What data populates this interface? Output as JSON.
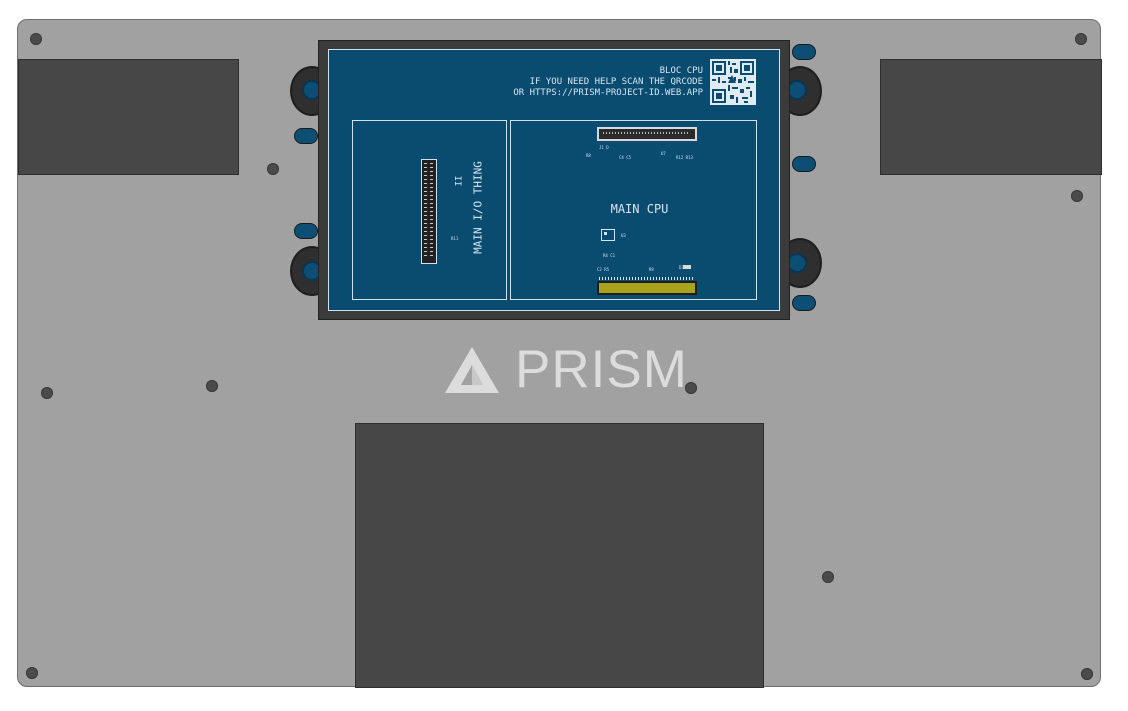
{
  "board": {
    "title": "BLOC CPU",
    "help_line1": "IF YOU NEED HELP SCAN THE QRCODE",
    "help_line2": "OR HTTPS://PRISM-PROJECT-ID.WEB.APP",
    "io_label": "MAIN I/O THING",
    "io_mark": "II",
    "cpu_label": "MAIN CPU"
  },
  "brand": {
    "name": "PRISM",
    "color": "#dcdcdc"
  },
  "colors": {
    "plate": "#a1a1a1",
    "cutout": "#474747",
    "pcb": "#0a4b70",
    "connector_yellow": "#a9a21c"
  },
  "icons": [
    "triangle-logo-icon",
    "qr-code-icon"
  ]
}
